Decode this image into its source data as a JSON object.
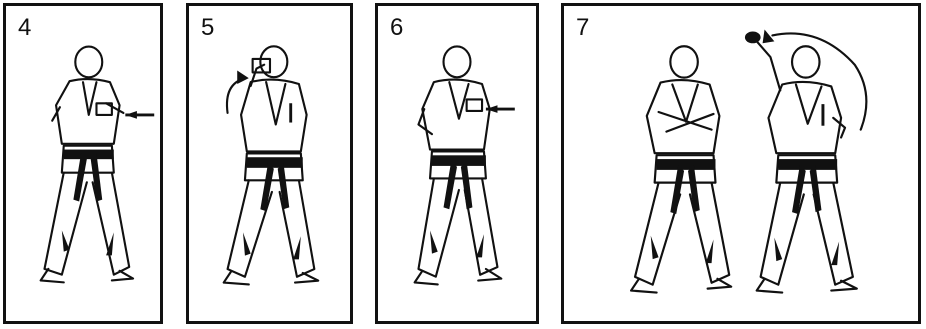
{
  "panels": [
    {
      "number": "4",
      "move": "chudan-tsuki-arrow-right-to-left"
    },
    {
      "number": "5",
      "move": "fist-raised-circular-arrow"
    },
    {
      "number": "6",
      "move": "chudan-tsuki-arrow-right-to-left"
    },
    {
      "number": "7",
      "move": "two-figures-arc-arrow-overhead"
    }
  ],
  "colors": {
    "ink": "#111111",
    "paper": "#ffffff"
  }
}
